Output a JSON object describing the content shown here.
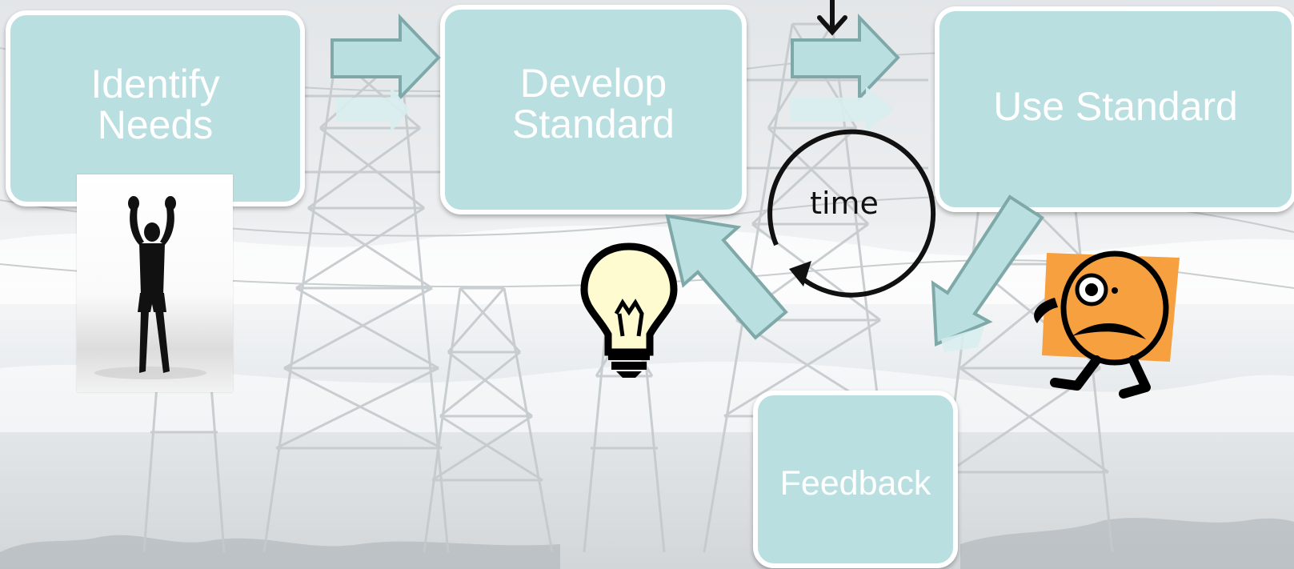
{
  "steps": {
    "identify": "Identify\nNeeds",
    "develop": "Develop\nStandard",
    "use": "Use Standard",
    "feedback": "Feedback"
  },
  "cycle_label": "time",
  "colors": {
    "box_fill": "#b9dfe1",
    "box_border": "#ffffff",
    "arrow_fill": "#b9dfe1",
    "arrow_stroke": "#7fa9a8",
    "bulb_fill": "#fefbd0",
    "face_fill": "#f7a03f"
  },
  "icons": [
    "background-power-towers",
    "person-silhouette-icon",
    "lightbulb-icon",
    "worried-face-icon",
    "cycle-arrow-icon",
    "down-arrow-icon"
  ]
}
